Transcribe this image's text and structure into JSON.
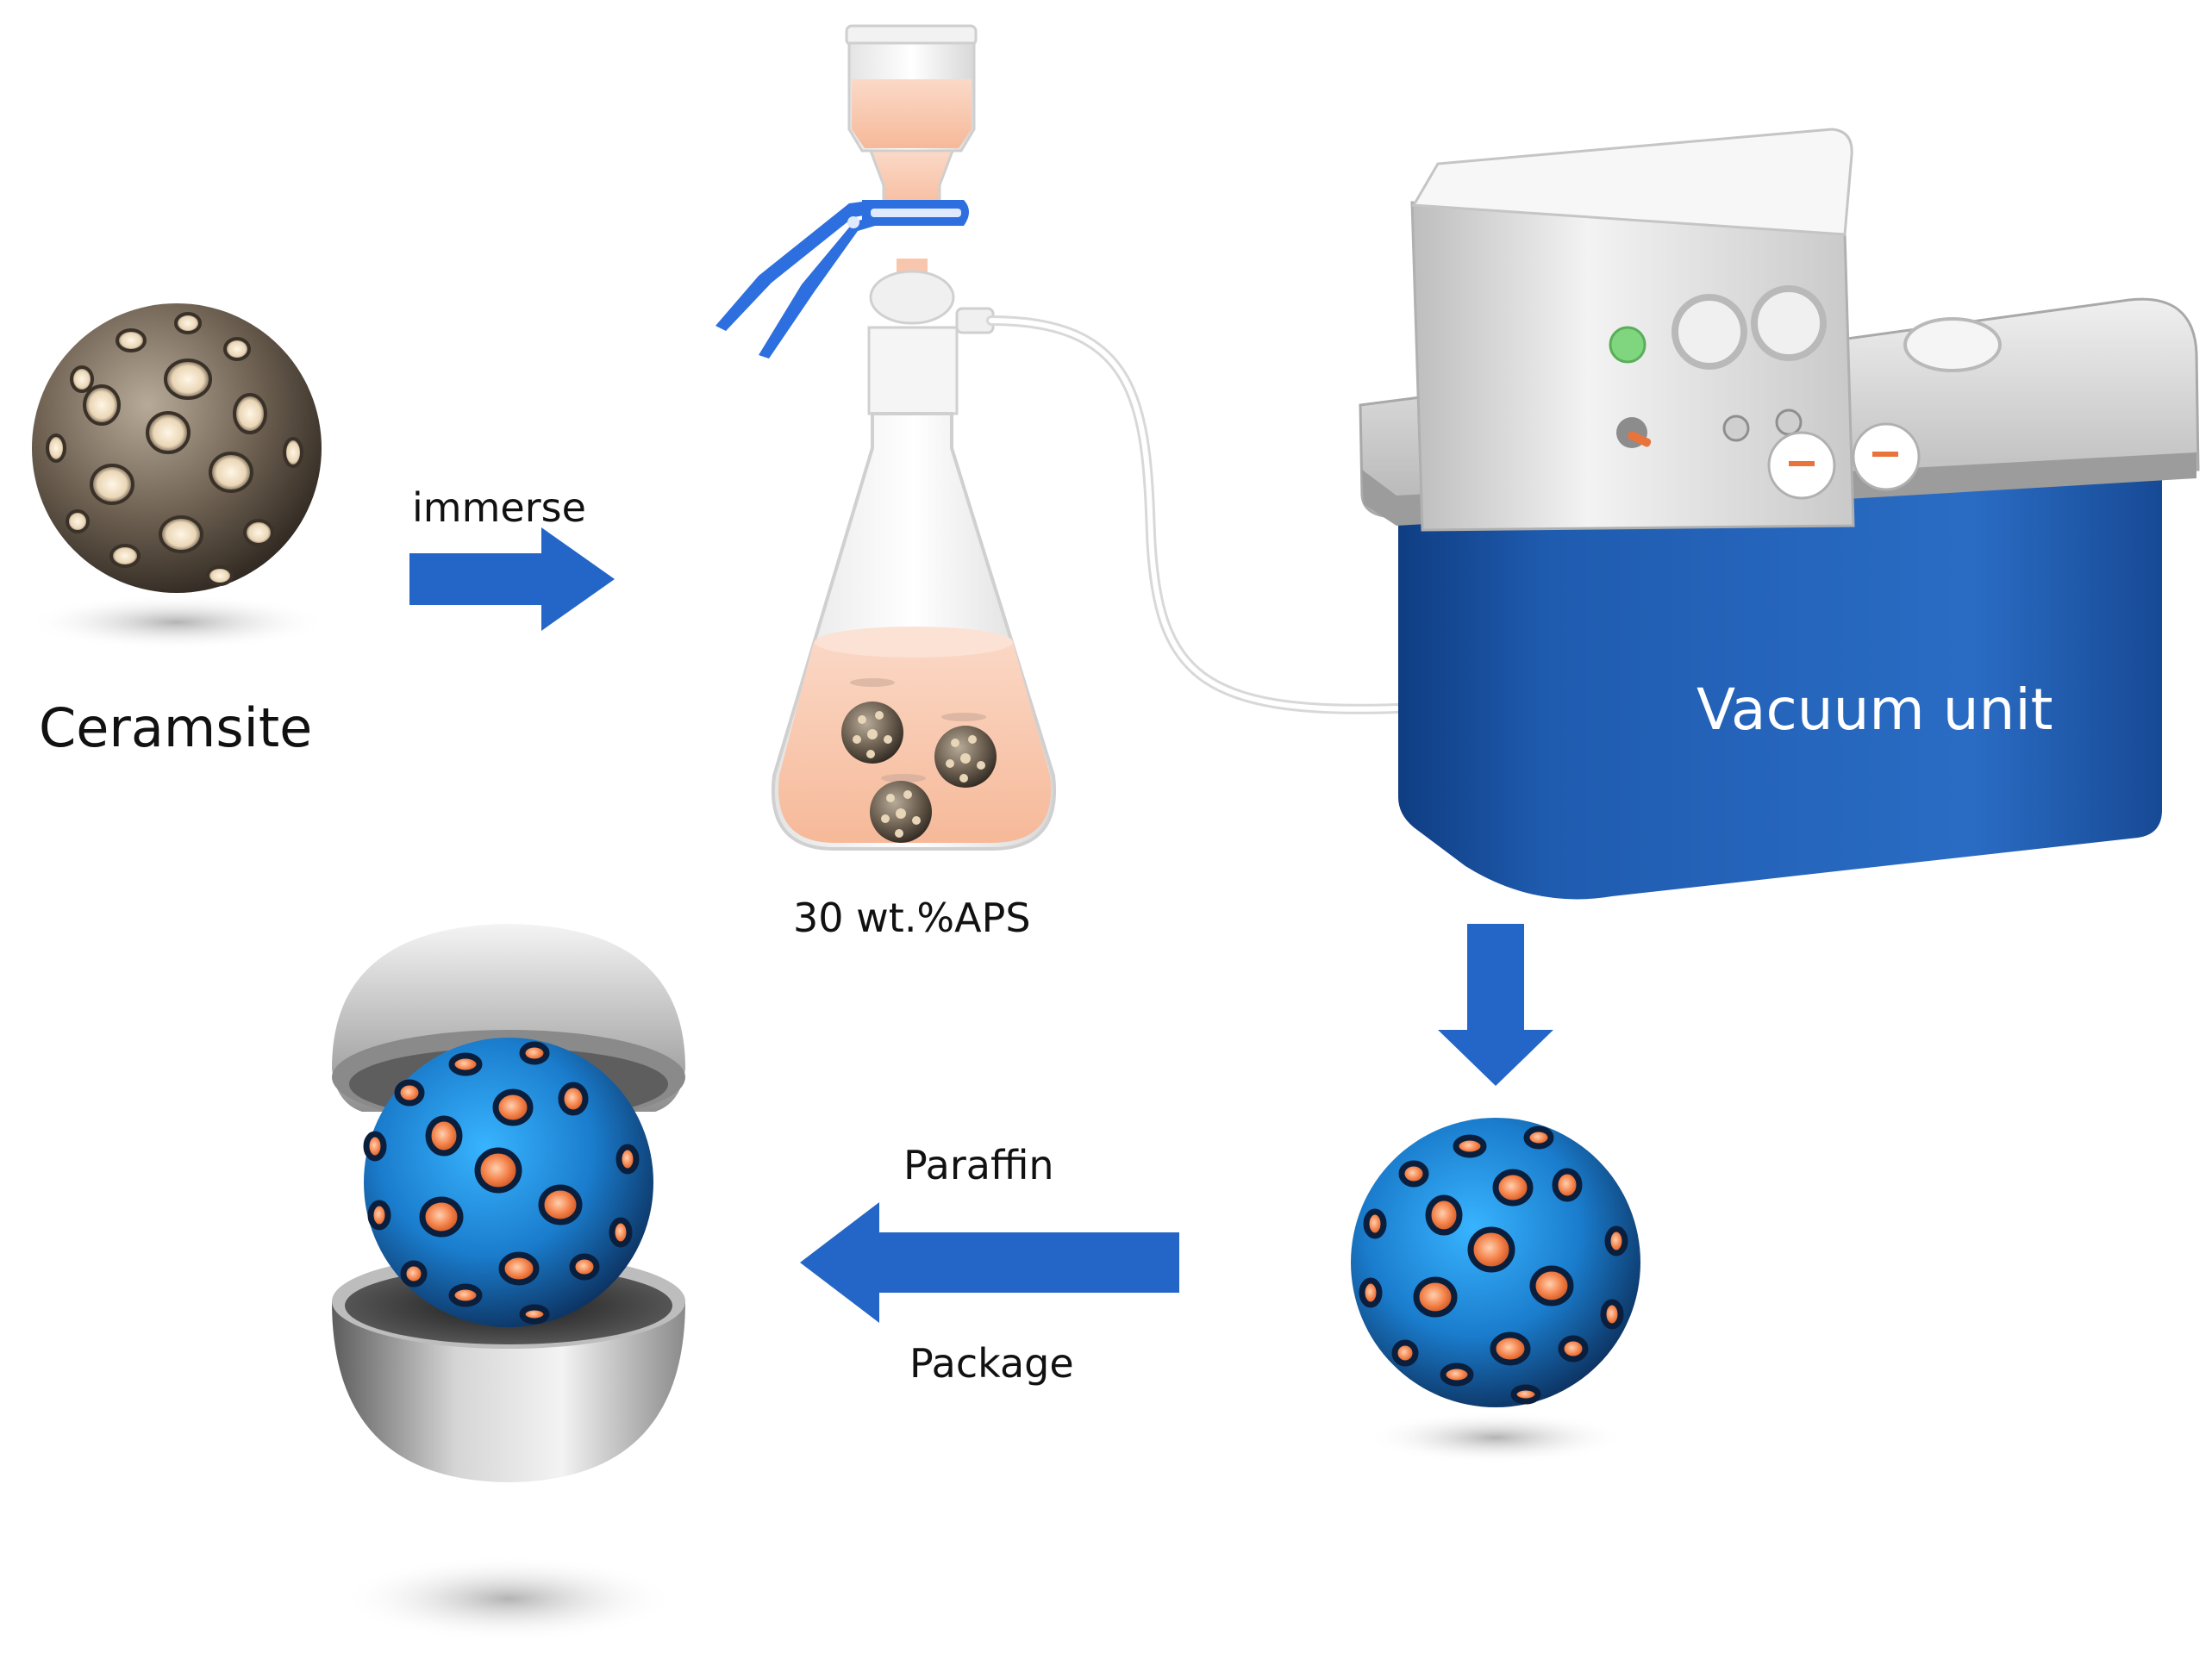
{
  "labels": {
    "ceramsite": "Ceramsite",
    "immerse": "immerse",
    "solution": "30 wt.%APS",
    "vacuum_unit": "Vacuum unit",
    "paraffin": "Paraffin",
    "package": "Package"
  },
  "colors": {
    "arrow_blue": "#2366C8",
    "ceramsite_brown": "#6E6152",
    "pore_cream": "#F0DEC2",
    "solution_peach": "#F8CBB3",
    "clamp_blue": "#2E6FE0",
    "unit_blue": "#1F5CB0",
    "unit_gray": "#D9D9D9",
    "composite_blue": "#1E88D6",
    "pore_orange": "#F4824A",
    "shell_gray": "#A9A9A9"
  },
  "icons": {
    "ceramsite": "porous-ceramsite-sphere-icon",
    "flask": "suction-flask-icon",
    "vacuum_unit": "vacuum-pump-icon",
    "impregnated_sphere": "impregnated-sphere-icon",
    "encapsulated_sphere": "encapsulated-sphere-icon"
  }
}
